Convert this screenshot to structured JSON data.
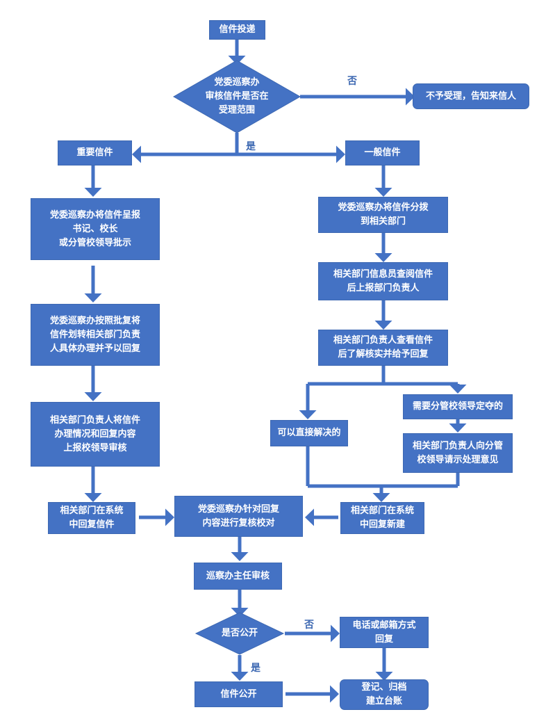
{
  "nodes": {
    "letter_delivery": "信件投递",
    "review_scope": [
      "党委巡察办",
      "审核信件是否在",
      "受理范围"
    ],
    "not_accepted": "不予受理，告知来信人",
    "important_letter": "重要信件",
    "general_letter": "一般信件",
    "report_to_leaders": [
      "党委巡察办将信件呈报",
      "书记、校长",
      "或分管校领导批示"
    ],
    "distribute_to_dept": [
      "党委巡察办将信件分拨",
      "到相关部门"
    ],
    "transfer_per_reply": [
      "党委巡察办按照批复将",
      "信件划转相关部门负责",
      "人具体办理并予以回复"
    ],
    "dept_info_officer": [
      "相关部门信息员查阅信件",
      "后上报部门负责人"
    ],
    "dept_head_check": [
      "相关部门负责人查看信件",
      "后了解核实并给予回复"
    ],
    "need_leader_decision": "需要分管校领导定夺的",
    "can_resolve_directly": "可以直接解决的",
    "dept_head_report_left": [
      "相关部门负责人将信件",
      "办理情况和回复内容",
      "上报校领导审核"
    ],
    "dept_head_ask_leader": [
      "相关部门负责人向分管",
      "校领导请示处理意见"
    ],
    "dept_reply_in_system": [
      "相关部门在系统",
      "中回复信件"
    ],
    "office_recheck": [
      "党委巡察办针对回复",
      "内容进行复核校对"
    ],
    "dept_reply_new": [
      "相关部门在系统",
      "中回复新建"
    ],
    "director_review": "巡察办主任审核",
    "make_public": "是否公开",
    "phone_email_reply": [
      "电话或邮箱方式",
      "回复"
    ],
    "letter_public": "信件公开",
    "register_archive": [
      "登记、归档",
      "建立台账"
    ]
  },
  "edge_labels": {
    "no_1": "否",
    "yes_1": "是",
    "no_2": "否",
    "yes_2": "是"
  },
  "colors": {
    "box_fill": "#4472c4",
    "box_border": "#3d68b2",
    "arrow": "#4472c4",
    "box_text": "#ffffff",
    "label_text": "#3d68b2"
  }
}
